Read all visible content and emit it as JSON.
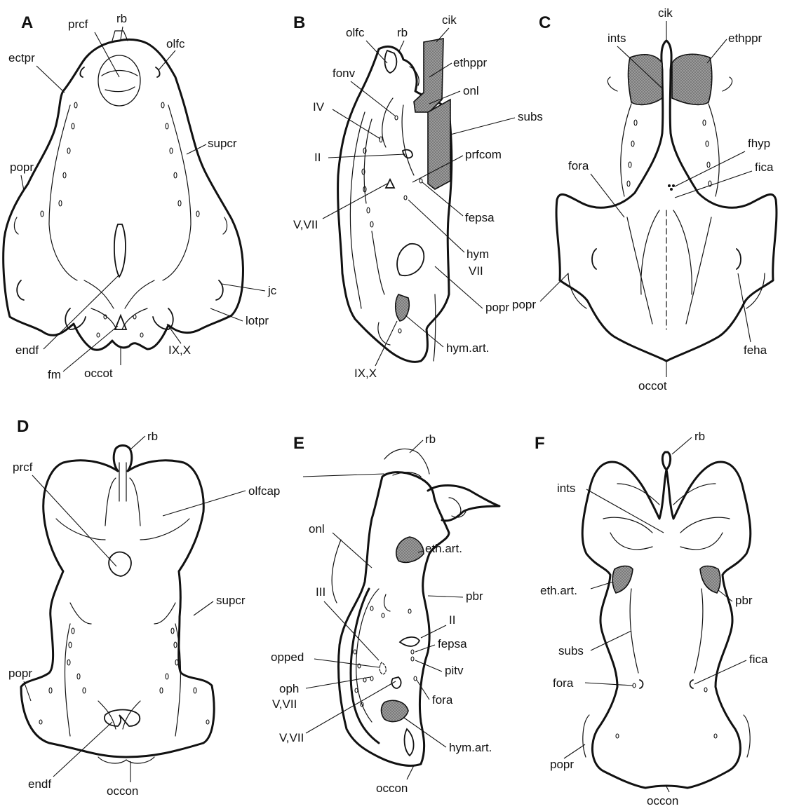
{
  "panels": [
    {
      "letter": "A",
      "labels": {
        "prcf": "prcf",
        "rb": "rb",
        "olfc": "olfc",
        "ectpr": "ectpr",
        "supcr": "supcr",
        "popr": "popr",
        "jc": "jc",
        "lotpr": "lotpr",
        "endf": "endf",
        "fm": "fm",
        "occot": "occot",
        "ix_x": "IX,X"
      }
    },
    {
      "letter": "B",
      "labels": {
        "olfc": "olfc",
        "rb": "rb",
        "cik": "cik",
        "ethppr": "ethppr",
        "fonv": "fonv",
        "onl": "onl",
        "iv": "IV",
        "subs": "subs",
        "ii": "II",
        "prfcom": "prfcom",
        "fepsa": "fepsa",
        "v_vii": "V,VII",
        "hym_line1": "hym",
        "hym_line2": "VII",
        "popr": "popr",
        "hym_art": "hym.art.",
        "ix_x": "IX,X"
      }
    },
    {
      "letter": "C",
      "labels": {
        "cik": "cik",
        "ints": "ints",
        "ethppr": "ethppr",
        "fhyp": "fhyp",
        "fora": "fora",
        "fica": "fica",
        "popr": "popr",
        "feha": "feha",
        "occot": "occot"
      }
    },
    {
      "letter": "D",
      "labels": {
        "rb": "rb",
        "prcf": "prcf",
        "olfcap": "olfcap",
        "supcr": "supcr",
        "popr": "popr",
        "endf": "endf",
        "occon": "occon"
      }
    },
    {
      "letter": "E",
      "labels": {
        "rb": "rb",
        "onl": "onl",
        "eth_art": "eth.art.",
        "iii": "III",
        "pbr": "pbr",
        "ii": "II",
        "fepsa": "fepsa",
        "opped": "opped",
        "pitv": "pitv",
        "oph_line1": "oph",
        "oph_line2": "V,VII",
        "fora": "fora",
        "v_vii": "V,VII",
        "hym_art": "hym.art.",
        "occon": "occon"
      }
    },
    {
      "letter": "F",
      "labels": {
        "rb": "rb",
        "ints": "ints",
        "eth_art": "eth.art.",
        "pbr": "pbr",
        "subs": "subs",
        "fica": "fica",
        "fora": "fora",
        "popr": "popr",
        "occon": "occon"
      }
    }
  ]
}
